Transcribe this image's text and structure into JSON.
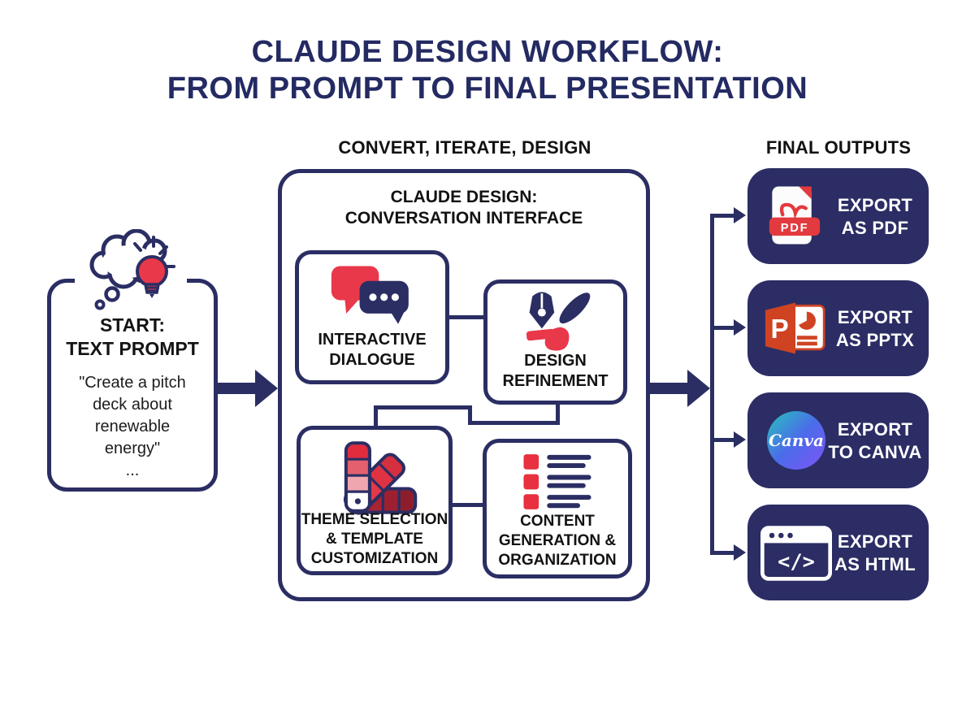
{
  "title": {
    "line1": "CLAUDE DESIGN WORKFLOW:",
    "line2": "FROM PROMPT TO FINAL PRESENTATION"
  },
  "headers": {
    "process": "CONVERT, ITERATE, DESIGN",
    "outputs": "FINAL OUTPUTS"
  },
  "start": {
    "title_line1": "START:",
    "title_line2": "TEXT PROMPT",
    "quote_line1": "\"Create a pitch",
    "quote_line2": "deck about",
    "quote_line3": "renewable",
    "quote_line4": "energy\"",
    "ellipsis": "..."
  },
  "interface": {
    "title_line1": "CLAUDE DESIGN:",
    "title_line2": "CONVERSATION INTERFACE",
    "nodes": [
      {
        "id": "interactive-dialogue",
        "line1": "INTERACTIVE",
        "line2": "DIALOGUE",
        "icon": "chat-bubbles-icon"
      },
      {
        "id": "design-refinement",
        "line1": "DESIGN",
        "line2": "REFINEMENT",
        "icon": "pen-brush-icon"
      },
      {
        "id": "theme-selection",
        "line1": "THEME SELECTION",
        "line2": "& TEMPLATE",
        "line3": "CUSTOMIZATION",
        "icon": "color-swatches-icon"
      },
      {
        "id": "content-generation",
        "line1": "CONTENT",
        "line2": "GENERATION &",
        "line3": "ORGANIZATION",
        "icon": "list-icon"
      }
    ]
  },
  "outputs": [
    {
      "id": "pdf",
      "line1": "EXPORT",
      "line2": "AS PDF",
      "icon": "pdf-file-icon",
      "icon_text": "PDF"
    },
    {
      "id": "pptx",
      "line1": "EXPORT",
      "line2": "AS PPTX",
      "icon": "powerpoint-icon",
      "icon_text": "P"
    },
    {
      "id": "canva",
      "line1": "EXPORT",
      "line2": "TO CANVA",
      "icon": "canva-logo-icon",
      "icon_text": "Canva"
    },
    {
      "id": "html",
      "line1": "EXPORT",
      "line2": "AS HTML",
      "icon": "browser-code-icon",
      "icon_text": "</>"
    }
  ],
  "colors": {
    "navy": "#2b2e63",
    "output_fill": "#2b2d64",
    "red": "#e9384a",
    "pdf_red": "#e23a3e",
    "ppt_orange": "#cf4323",
    "title_navy": "#242a62",
    "canva_teal": "#25c4b8",
    "canva_blue": "#4b6cea",
    "canva_purple": "#8053f6"
  }
}
